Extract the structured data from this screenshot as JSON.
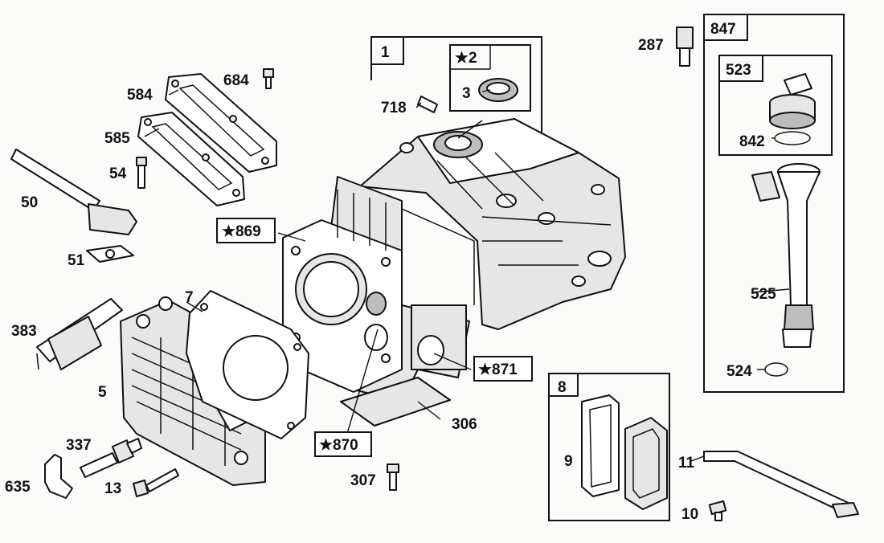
{
  "callouts": {
    "c1": "1",
    "c2": "★2",
    "c3": "3",
    "c5": "5",
    "c7": "7",
    "c8": "8",
    "c9": "9",
    "c10": "10",
    "c11": "11",
    "c13": "13",
    "c50": "50",
    "c51": "51",
    "c54": "54",
    "c287": "287",
    "c306": "306",
    "c307": "307",
    "c337": "337",
    "c383": "383",
    "c523": "523",
    "c524": "524",
    "c525": "525",
    "c584": "584",
    "c585": "585",
    "c635": "635",
    "c684": "684",
    "c718": "718",
    "c842": "842",
    "c847": "847",
    "c869": "★869",
    "c870": "★870",
    "c871": "★871"
  }
}
